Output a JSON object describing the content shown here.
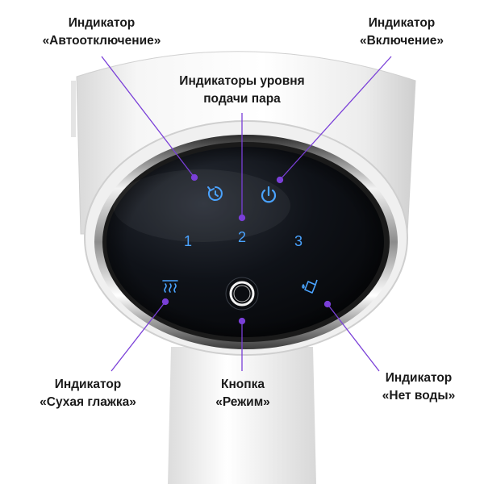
{
  "callouts": {
    "auto_off": {
      "line1": "Индикатор",
      "line2": "«Автоотключение»"
    },
    "power_on": {
      "line1": "Индикатор",
      "line2": "«Включение»"
    },
    "steam_level": {
      "line1": "Индикаторы уровня",
      "line2": "подачи пара"
    },
    "dry_iron": {
      "line1": "Индикатор",
      "line2": "«Сухая глажка»"
    },
    "mode_button": {
      "line1": "Кнопка",
      "line2": "«Режим»"
    },
    "no_water": {
      "line1": "Индикатор",
      "line2": "«Нет воды»"
    }
  },
  "panel": {
    "steam_levels": [
      "1",
      "2",
      "3"
    ],
    "icons": {
      "auto_off": "timer-icon",
      "power": "power-icon",
      "dry_iron": "steam-waves-icon",
      "mode": "ring-button-icon",
      "no_water": "water-tank-icon"
    }
  },
  "colors": {
    "leader_line": "#7a3fd8",
    "indicator_glow": "#4aa3ff",
    "panel_black": "#0b0d12",
    "device_white": "#f4f4f4"
  }
}
